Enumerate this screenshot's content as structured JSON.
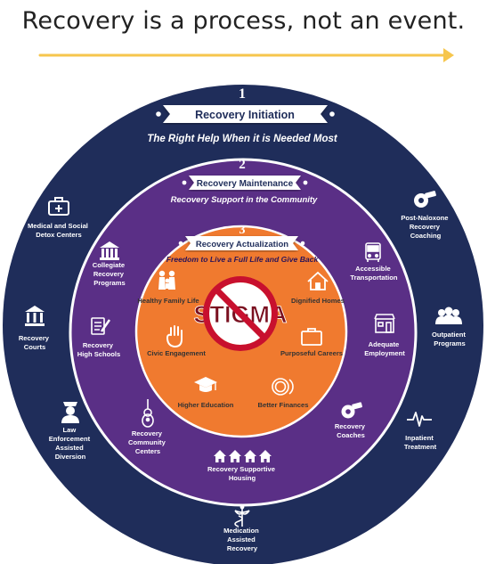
{
  "headline": "Recovery is a process, not an event.",
  "colors": {
    "outer_ring": "#1f2d5a",
    "middle_ring": "#5a2f86",
    "inner_circle": "#f07a2f",
    "arrow": "#f6c64d"
  },
  "levels": [
    {
      "number": "1",
      "title": "Recovery Initiation",
      "tagline": "The Right Help When it is Needed Most"
    },
    {
      "number": "2",
      "title": "Recovery Maintenance",
      "tagline": "Recovery Support in the Community"
    },
    {
      "number": "3",
      "title": "Recovery Actualization",
      "tagline": "Freedom to Live a Full Life and Give Back"
    }
  ],
  "center": {
    "label": "STIGMA"
  },
  "outer_items": [
    {
      "label": [
        "Medical and Social",
        "Detox Centers"
      ],
      "icon": "first-aid-kit-icon"
    },
    {
      "label": [
        "Recovery",
        "Courts"
      ],
      "icon": "courthouse-icon"
    },
    {
      "label": [
        "Law",
        "Enforcement",
        "Assisted",
        "Diversion"
      ],
      "icon": "police-officer-icon"
    },
    {
      "label": [
        "Medication",
        "Assisted",
        "Recovery"
      ],
      "icon": "caduceus-icon"
    },
    {
      "label": [
        "Inpatient",
        "Treatment"
      ],
      "icon": "heartbeat-icon"
    },
    {
      "label": [
        "Outpatient",
        "Programs"
      ],
      "icon": "group-icon"
    },
    {
      "label": [
        "Post-Naloxone",
        "Recovery",
        "Coaching"
      ],
      "icon": "whistle-icon"
    }
  ],
  "middle_items": [
    {
      "label": [
        "Collegiate",
        "Recovery",
        "Programs"
      ],
      "icon": "college-icon"
    },
    {
      "label": [
        "Recovery",
        "High Schools"
      ],
      "icon": "notepad-icon"
    },
    {
      "label": [
        "Recovery",
        "Community",
        "Centers"
      ],
      "icon": "guitar-icon"
    },
    {
      "label": [
        "Recovery Supportive",
        "Housing"
      ],
      "icon": "houses-icon"
    },
    {
      "label": [
        "Recovery",
        "Coaches"
      ],
      "icon": "whistle-icon"
    },
    {
      "label": [
        "Adequate",
        "Employment"
      ],
      "icon": "storefront-icon"
    },
    {
      "label": [
        "Accessible",
        "Transportation"
      ],
      "icon": "bus-icon"
    }
  ],
  "inner_items": [
    {
      "label": "Healthy Family Life",
      "icon": "family-icon"
    },
    {
      "label": "Dignified Homes",
      "icon": "home-icon"
    },
    {
      "label": "Civic Engagement",
      "icon": "raised-hand-icon"
    },
    {
      "label": "Purposeful Careers",
      "icon": "briefcase-icon"
    },
    {
      "label": "Higher Education",
      "icon": "graduation-cap-icon"
    },
    {
      "label": "Better Finances",
      "icon": "coins-icon"
    }
  ]
}
